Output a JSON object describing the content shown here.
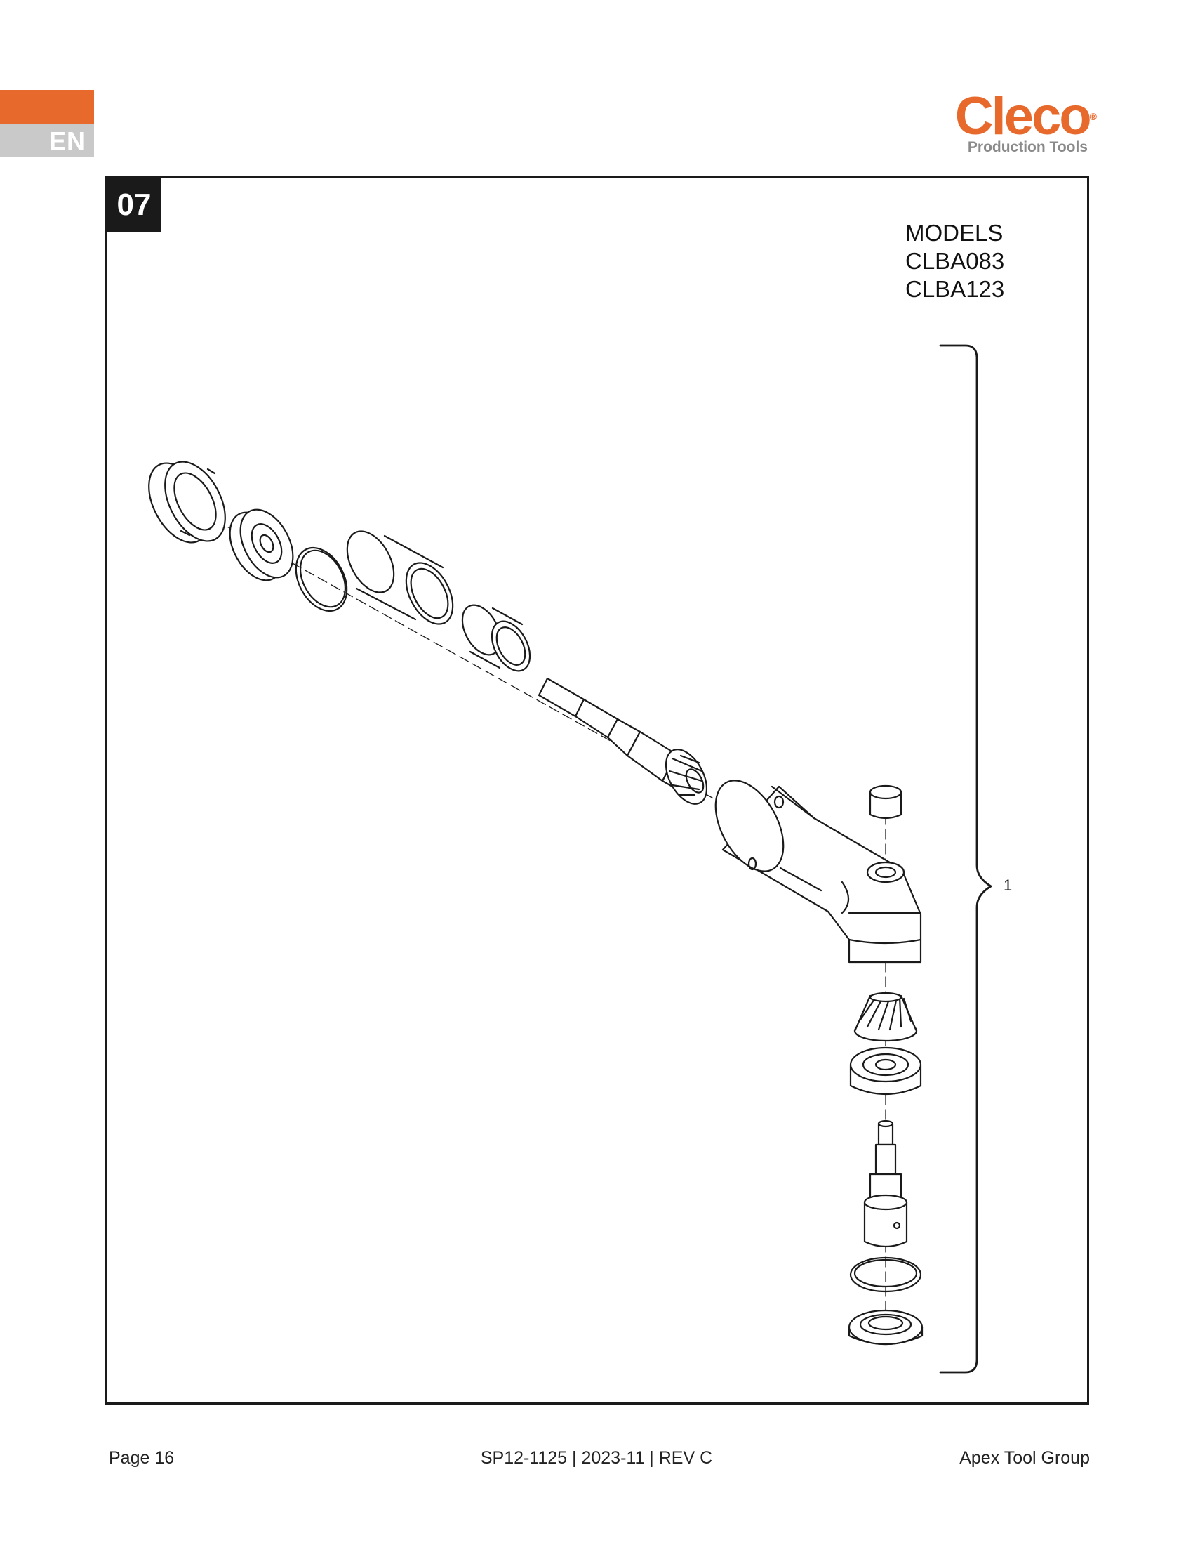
{
  "lang": {
    "code": "EN"
  },
  "logo": {
    "brand": "Cleco",
    "reg": "®",
    "sub": "Production Tools"
  },
  "section": {
    "number": "07"
  },
  "models": {
    "heading": "MODELS",
    "items": [
      "CLBA083",
      "CLBA123"
    ]
  },
  "diagram": {
    "callout": "1"
  },
  "footer": {
    "page": "Page 16",
    "doc": "SP12-1125 | 2023-11 | REV C",
    "company": "Apex Tool Group"
  }
}
